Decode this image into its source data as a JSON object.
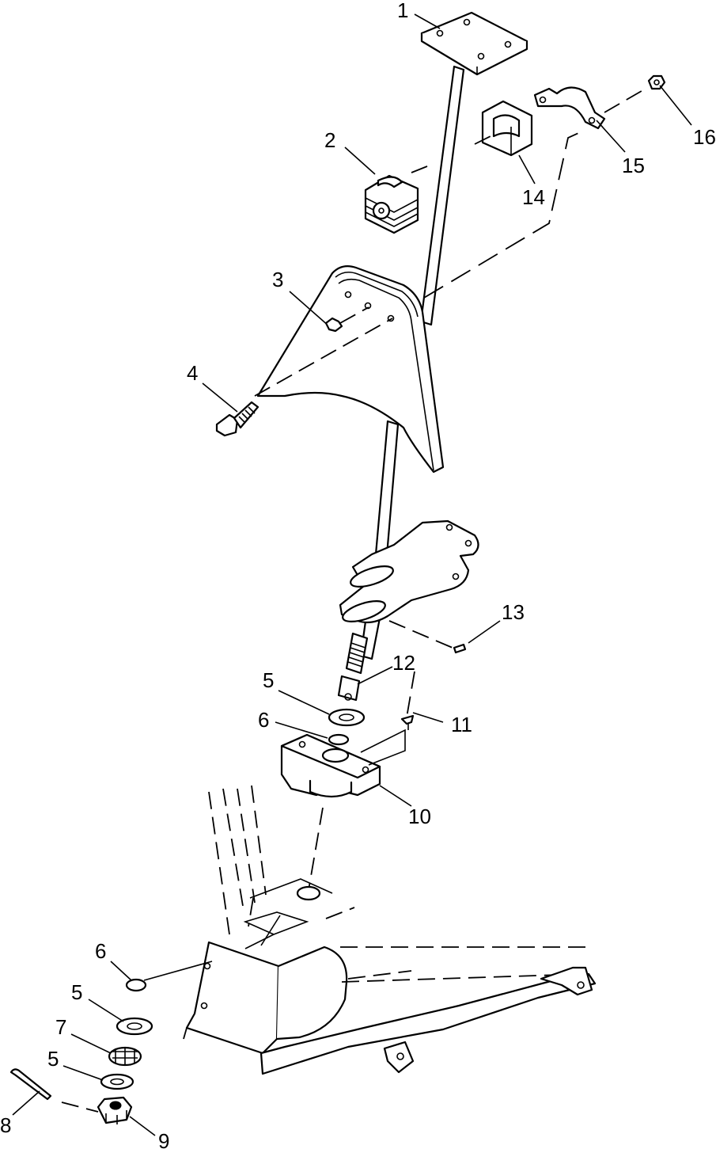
{
  "callouts": {
    "c1": "1",
    "c2": "2",
    "c3": "3",
    "c4": "4",
    "c5a": "5",
    "c6a": "6",
    "c10": "10",
    "c11": "11",
    "c12": "12",
    "c13": "13",
    "c14": "14",
    "c15": "15",
    "c16": "16",
    "c6b": "6",
    "c5b": "5",
    "c7": "7",
    "c5c": "5",
    "c8": "8",
    "c9": "9"
  }
}
